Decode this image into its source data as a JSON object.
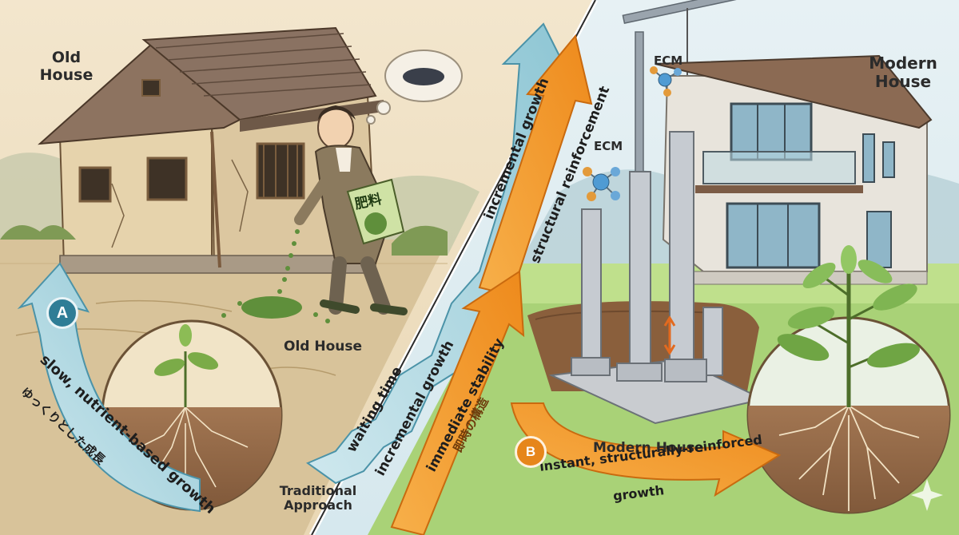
{
  "labels": {
    "old_house_top": "Old\nHouse",
    "old_house_mid": "Old House",
    "modern_house_top": "Modern\nHouse",
    "modern_house_mid": "Modern House",
    "ecm_1": "ECM",
    "ecm_2": "ECM",
    "traditional": "Traditional\nApproach",
    "fertilizer_bag": "肥料"
  },
  "left_arrow": {
    "badge": "A",
    "caption": "slow, nutrient-based growth",
    "caption_jp": "ゆっくりとした成長"
  },
  "center_arrows": {
    "waiting": "waiting time",
    "incremental_low": "incremental growth",
    "incremental_high": "incremental growth",
    "structural": "structural reinforcement",
    "immediate": "immediate stability",
    "immediate_jp": "即時の構造"
  },
  "right_arrow": {
    "badge": "B",
    "caption_line1": "instant, structurally-reinforced",
    "caption_line2": "growth"
  },
  "colors": {
    "teal_arrow": "#a9d5df",
    "teal_edge": "#4b93a8",
    "orange_arrow": "#f4a23a",
    "orange_edge": "#c96a0f",
    "sky_right": "#dcecf3",
    "grass": "#9ccc6a"
  }
}
